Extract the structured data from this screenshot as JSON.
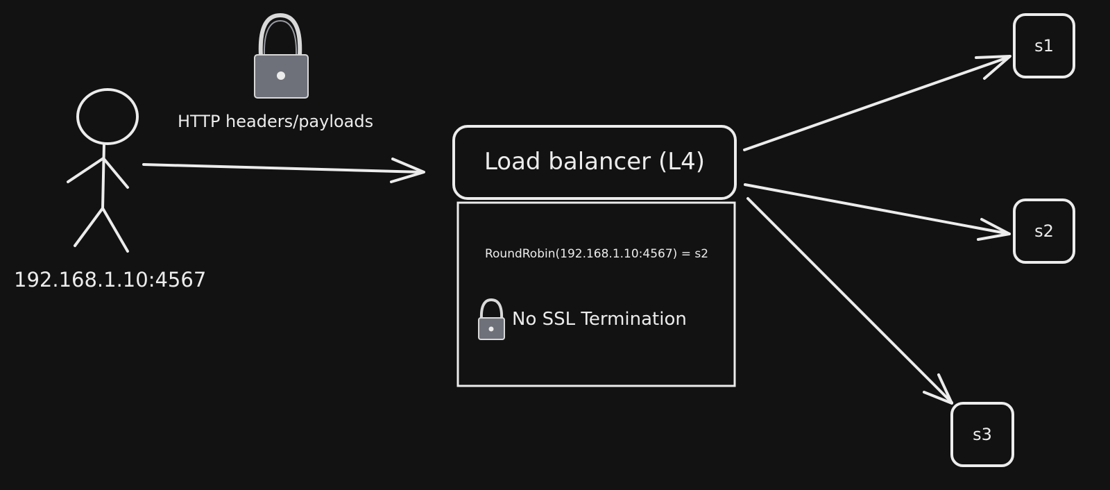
{
  "client": {
    "address": "192.168.1.10:4567"
  },
  "request": {
    "label": "HTTP headers/payloads",
    "icon": "lock-icon"
  },
  "load_balancer": {
    "title": "Load balancer (L4)",
    "routing_rule": "RoundRobin(192.168.1.10:4567) = s2",
    "ssl_note": "No SSL Termination",
    "ssl_icon": "lock-icon"
  },
  "servers": [
    {
      "label": "s1"
    },
    {
      "label": "s2"
    },
    {
      "label": "s3"
    }
  ],
  "colors": {
    "background": "#121212",
    "stroke": "#ececec",
    "lock_body": "#6e7179"
  }
}
